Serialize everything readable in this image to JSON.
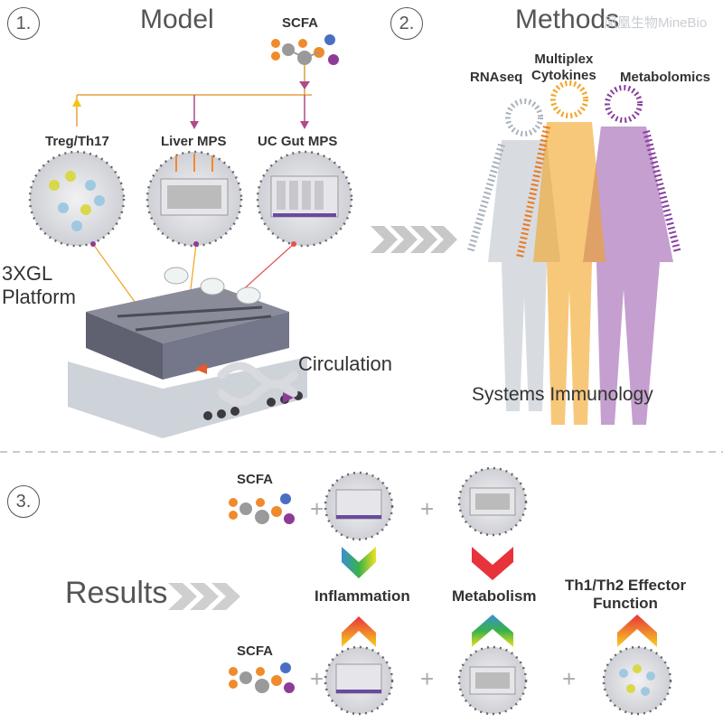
{
  "section1": {
    "number": "1.",
    "title": "Model"
  },
  "section2": {
    "number": "2.",
    "title": "Methods"
  },
  "section3": {
    "number": "3.",
    "title": "Results"
  },
  "watermark": "凤凰生物MineBio",
  "model": {
    "scfa": "SCFA",
    "mps": [
      "Treg/Th17",
      "Liver MPS",
      "UC Gut MPS"
    ],
    "platform": "3XGL\nPlatform",
    "circulation": "Circulation"
  },
  "methods": {
    "omics": [
      "RNAseq",
      "Multiplex\nCytokines",
      "Metabolomics"
    ],
    "caption": "Systems Immunology",
    "colors": {
      "rnaseq": "#a9b2bd",
      "cytokines": "#f2a321",
      "metabolomics": "#8a3fa0"
    }
  },
  "results": {
    "scfa_top": "SCFA",
    "scfa_bottom": "SCFA",
    "outcomes": [
      "Inflammation",
      "Metabolism",
      "Th1/Th2 Effector\nFunction"
    ]
  },
  "colors": {
    "accent_red": "#e8333c",
    "accent_purple": "#8e3b97",
    "accent_orange": "#f08a2b",
    "text_gray": "#555555"
  }
}
